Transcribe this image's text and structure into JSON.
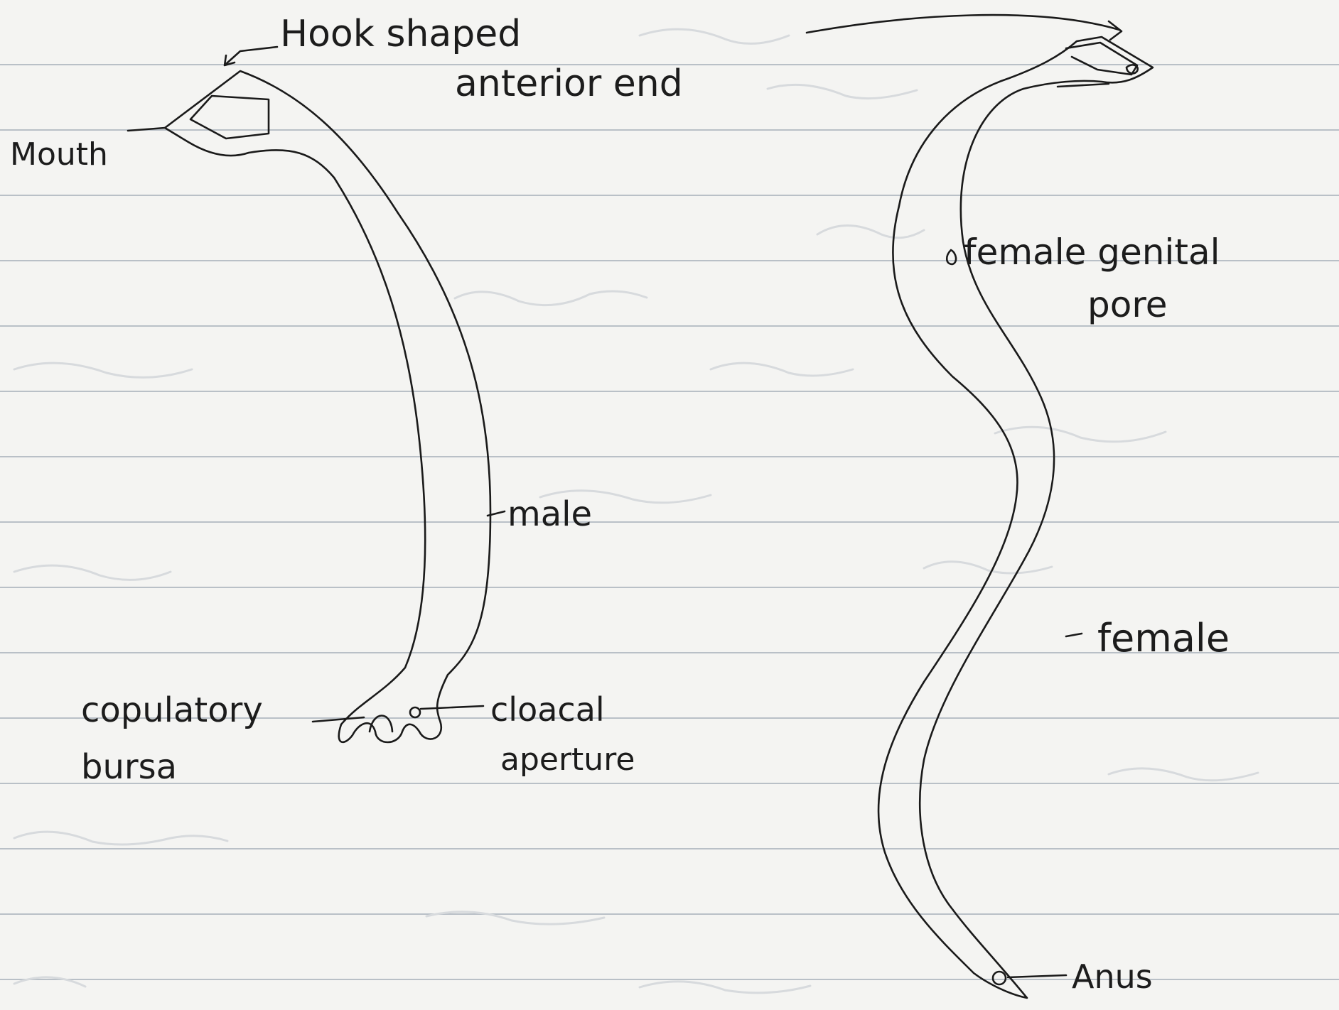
{
  "labels": {
    "hook": "Hook shaped",
    "anterior": "anterior end",
    "mouth": "Mouth",
    "male": "male",
    "copulatory_1": "copulatory",
    "copulatory_2": "bursa",
    "cloacal_1": "cloacal",
    "cloacal_2": "aperture",
    "female_pore_1": "female genital",
    "female_pore_2": "pore",
    "female": "female",
    "anus": "Anus"
  },
  "colors": {
    "paper": "#f4f4f2",
    "ruled_line": "#b9c0c7",
    "ink": "#1a1a1a"
  }
}
